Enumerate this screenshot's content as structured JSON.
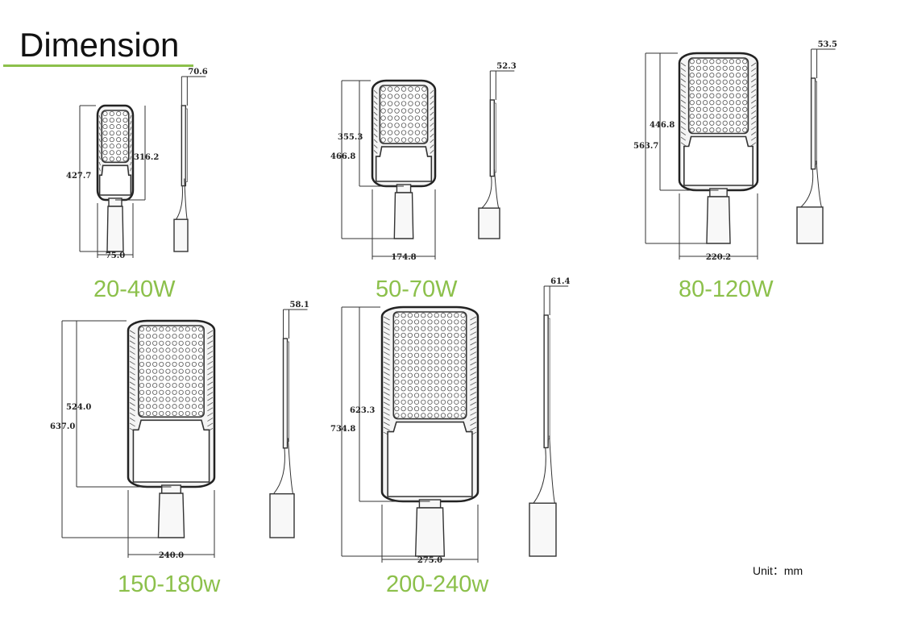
{
  "title": "Dimension",
  "accent_color": "#8cc04b",
  "label_color": "#8cc04b",
  "unit": "Unit：mm",
  "models": [
    {
      "wattage": "20-40W",
      "total_length": "427.7",
      "head_length": "316.2",
      "width": "75.0",
      "side_height": "70.6"
    },
    {
      "wattage": "50-70W",
      "total_length": "466.8",
      "head_length": "355.3",
      "width": "174.8",
      "side_height": "52.3"
    },
    {
      "wattage": "80-120W",
      "total_length": "563.7",
      "head_length": "446.8",
      "width": "220.2",
      "side_height": "53.5"
    },
    {
      "wattage": "150-180w",
      "total_length": "637.0",
      "head_length": "524.0",
      "width": "240.0",
      "side_height": "58.1"
    },
    {
      "wattage": "200-240w",
      "total_length": "734.8",
      "head_length": "623.3",
      "width": "275.0",
      "side_height": "61.4"
    }
  ]
}
